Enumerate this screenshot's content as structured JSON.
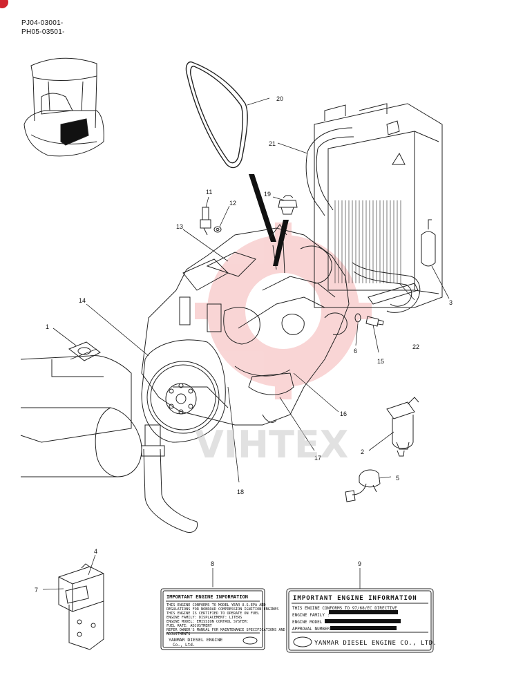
{
  "header": {
    "serials": [
      "PJ04-03001-",
      "PH05-03501-"
    ]
  },
  "watermark": {
    "text": "VIHTEX",
    "color": "#e25a5a"
  },
  "callouts": [
    {
      "id": "c1",
      "label": "1"
    },
    {
      "id": "c2",
      "label": "2"
    },
    {
      "id": "c3",
      "label": "3"
    },
    {
      "id": "c4",
      "label": "4"
    },
    {
      "id": "c5",
      "label": "5"
    },
    {
      "id": "c6",
      "label": "6"
    },
    {
      "id": "c7",
      "label": "7"
    },
    {
      "id": "c8",
      "label": "8"
    },
    {
      "id": "c9",
      "label": "9"
    },
    {
      "id": "c11",
      "label": "11"
    },
    {
      "id": "c12",
      "label": "12"
    },
    {
      "id": "c13",
      "label": "13"
    },
    {
      "id": "c14",
      "label": "14"
    },
    {
      "id": "c15",
      "label": "15"
    },
    {
      "id": "c16",
      "label": "16"
    },
    {
      "id": "c17",
      "label": "17"
    },
    {
      "id": "c18",
      "label": "18"
    },
    {
      "id": "c19",
      "label": "19"
    },
    {
      "id": "c20",
      "label": "20"
    },
    {
      "id": "c21",
      "label": "21"
    },
    {
      "id": "c22",
      "label": "22"
    }
  ],
  "plate_small": {
    "title": "IMPORTANT ENGINE INFORMATION",
    "lines": [
      "THIS ENGINE CONFORMS TO  MODEL YEAR U.S.EPA AND",
      "REGULATIONS FOR NONROAD COMPRESSION IGNITION ENGINES",
      "THIS ENGINE IS CERTIFIED TO OPERATE ON  FUEL",
      "ENGINE FAMILY:            DISPLACEMENT:        LITERS",
      "ENGINE MODEL:             EMISSION CONTROL SYSTEM:",
      "FUEL RATE:                ADJUSTMENT",
      "REFER OWNER'S MANUAL FOR MAINTENANCE SPECIFICATIONS AND",
      "ADJUSTMENTS"
    ],
    "maker": "YANMAR DIESEL ENGINE",
    "maker2": "Co., Ltd."
  },
  "plate_large": {
    "title": "IMPORTANT ENGINE INFORMATION",
    "lines": [
      "THIS ENGINE CONFORMS TO 97/68/EC DIRECTIVE",
      "ENGINE FAMILY :",
      "ENGINE MODEL :",
      "APPROVAL NUMBER :"
    ],
    "maker": "YANMAR DIESEL ENGINE CO., LTD."
  }
}
